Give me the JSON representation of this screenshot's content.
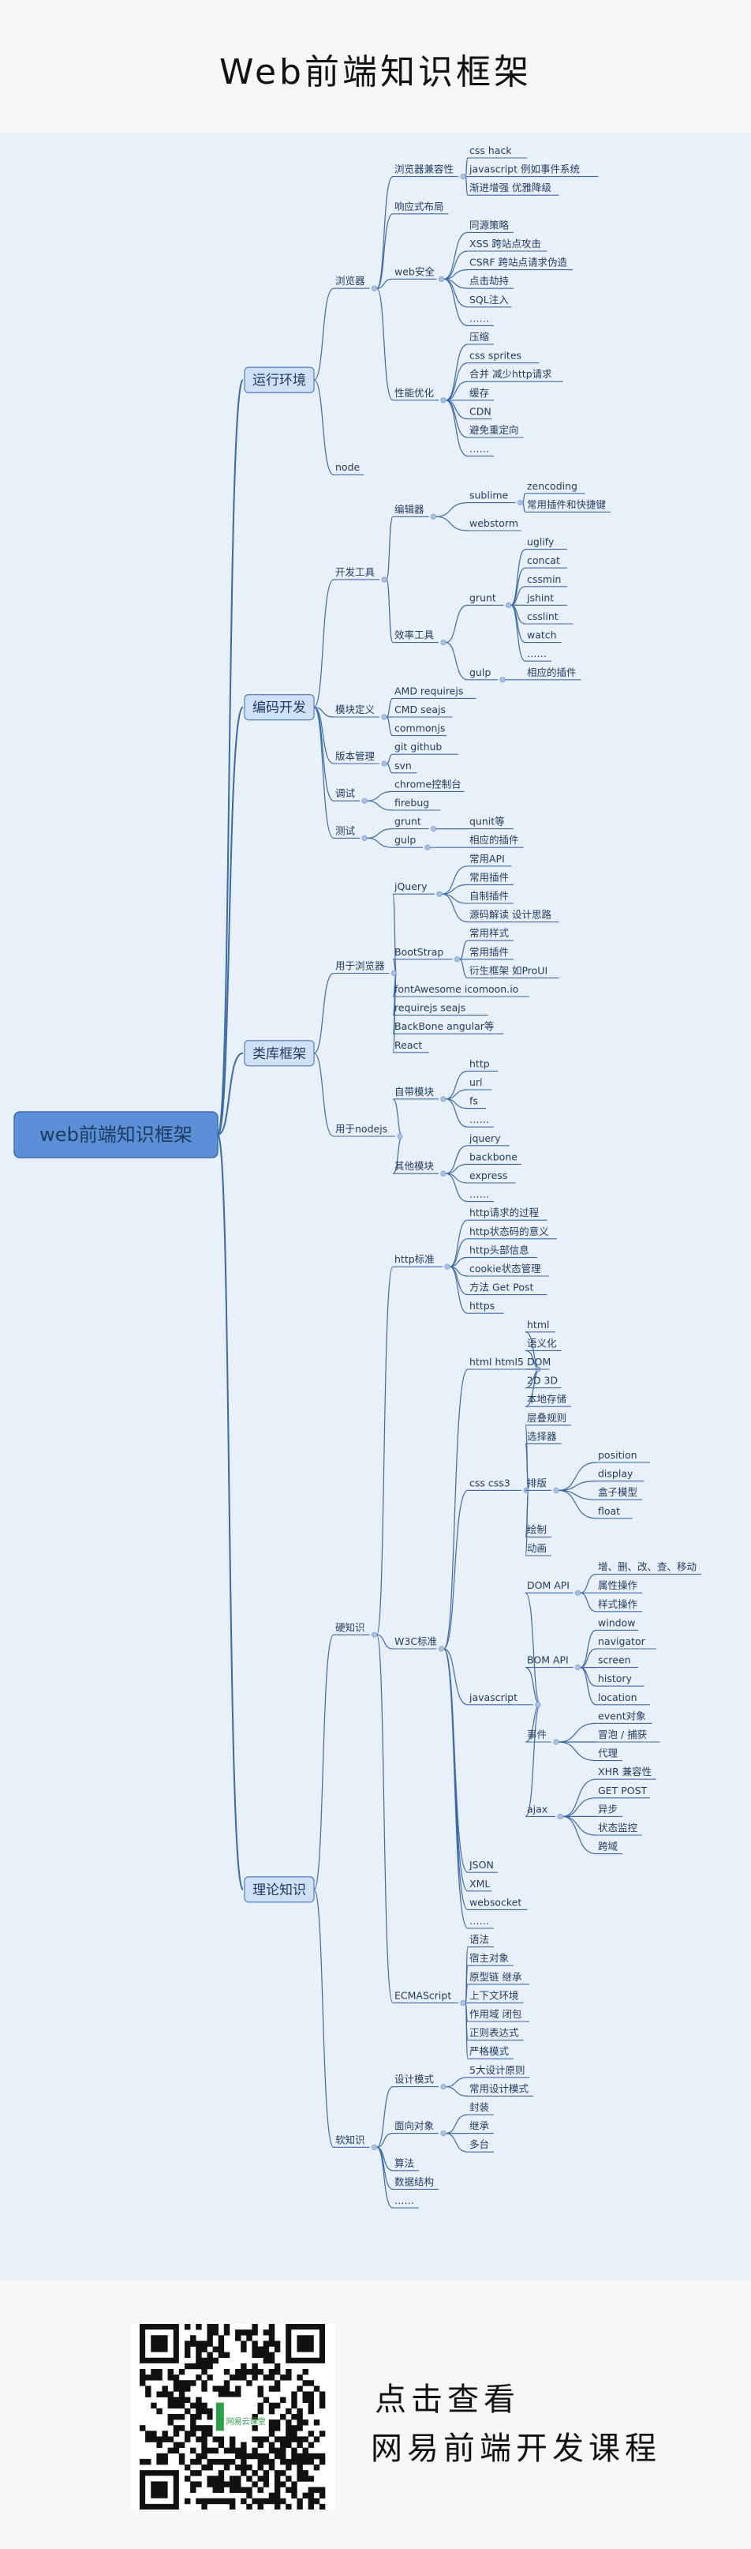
{
  "page": {
    "title": "Web前端知识框架"
  },
  "footer": {
    "line1": "点击查看",
    "line2": "网易前端开发课程",
    "logo_text": "网易云课堂"
  },
  "colors": {
    "branch": "#3a6aa8",
    "root_fill": "#5b8fd6",
    "l1_fill": "#cfe0f7",
    "text": "#1e3a5f",
    "bullet": "#a9c2e3"
  },
  "tree": {
    "label": "web前端知识框架",
    "children": [
      {
        "label": "运行环境",
        "children": [
          {
            "label": "浏览器",
            "children": [
              {
                "label": "浏览器兼容性",
                "children": [
                  {
                    "label": "css  hack"
                  },
                  {
                    "label": "javascript 例如事件系统"
                  },
                  {
                    "label": "渐进增强 优雅降级"
                  }
                ]
              },
              {
                "label": "响应式布局"
              },
              {
                "label": "web安全",
                "children": [
                  {
                    "label": "同源策略"
                  },
                  {
                    "label": "XSS 跨站点攻击"
                  },
                  {
                    "label": "CSRF 跨站点请求伪造"
                  },
                  {
                    "label": "点击劫持"
                  },
                  {
                    "label": "SQL注入"
                  },
                  {
                    "label": "……"
                  }
                ]
              },
              {
                "label": "性能优化",
                "children": [
                  {
                    "label": "压缩"
                  },
                  {
                    "label": "css sprites"
                  },
                  {
                    "label": "合并 减少http请求"
                  },
                  {
                    "label": "缓存"
                  },
                  {
                    "label": "CDN"
                  },
                  {
                    "label": "避免重定向"
                  },
                  {
                    "label": "……"
                  }
                ]
              }
            ]
          },
          {
            "label": "node"
          }
        ]
      },
      {
        "label": "编码开发",
        "children": [
          {
            "label": "开发工具",
            "children": [
              {
                "label": "编辑器",
                "children": [
                  {
                    "label": "sublime",
                    "children": [
                      {
                        "label": "zencoding"
                      },
                      {
                        "label": "常用插件和快捷键"
                      }
                    ]
                  },
                  {
                    "label": "webstorm"
                  }
                ]
              },
              {
                "label": "效率工具",
                "children": [
                  {
                    "label": "grunt",
                    "children": [
                      {
                        "label": "uglify"
                      },
                      {
                        "label": "concat"
                      },
                      {
                        "label": "cssmin"
                      },
                      {
                        "label": "jshint"
                      },
                      {
                        "label": "csslint"
                      },
                      {
                        "label": "watch"
                      },
                      {
                        "label": "……"
                      }
                    ]
                  },
                  {
                    "label": "gulp",
                    "children": [
                      {
                        "label": "相应的插件"
                      }
                    ]
                  }
                ]
              }
            ]
          },
          {
            "label": "模块定义",
            "children": [
              {
                "label": "AMD requirejs"
              },
              {
                "label": "CMD seajs"
              },
              {
                "label": "commonjs"
              }
            ]
          },
          {
            "label": "版本管理",
            "children": [
              {
                "label": "git github"
              },
              {
                "label": "svn"
              }
            ]
          },
          {
            "label": "调试",
            "children": [
              {
                "label": "chrome控制台"
              },
              {
                "label": "firebug"
              }
            ]
          },
          {
            "label": "测试",
            "children": [
              {
                "label": "grunt",
                "children": [
                  {
                    "label": "qunit等"
                  }
                ]
              },
              {
                "label": "gulp",
                "children": [
                  {
                    "label": "相应的插件"
                  }
                ]
              }
            ]
          }
        ]
      },
      {
        "label": "类库框架",
        "children": [
          {
            "label": "用于浏览器",
            "children": [
              {
                "label": "jQuery",
                "children": [
                  {
                    "label": "常用API"
                  },
                  {
                    "label": "常用插件"
                  },
                  {
                    "label": "自制插件"
                  },
                  {
                    "label": "源码解读 设计思路"
                  }
                ]
              },
              {
                "label": "BootStrap",
                "children": [
                  {
                    "label": "常用样式"
                  },
                  {
                    "label": "常用插件"
                  },
                  {
                    "label": "衍生框架 如ProUI"
                  }
                ]
              },
              {
                "label": "fontAwesome icomoon.io"
              },
              {
                "label": "requirejs seajs"
              },
              {
                "label": "BackBone angular等"
              },
              {
                "label": "React"
              }
            ]
          },
          {
            "label": "用于nodejs",
            "children": [
              {
                "label": "自带模块",
                "children": [
                  {
                    "label": "http"
                  },
                  {
                    "label": "url"
                  },
                  {
                    "label": "fs"
                  },
                  {
                    "label": "……"
                  }
                ]
              },
              {
                "label": "其他模块",
                "children": [
                  {
                    "label": "jquery"
                  },
                  {
                    "label": "backbone"
                  },
                  {
                    "label": "express"
                  },
                  {
                    "label": "……"
                  }
                ]
              }
            ]
          }
        ]
      },
      {
        "label": "理论知识",
        "children": [
          {
            "label": "硬知识",
            "children": [
              {
                "label": "http标准",
                "children": [
                  {
                    "label": "http请求的过程"
                  },
                  {
                    "label": "http状态码的意义"
                  },
                  {
                    "label": "http头部信息"
                  },
                  {
                    "label": "cookie状态管理"
                  },
                  {
                    "label": "方法 Get Post"
                  },
                  {
                    "label": "https"
                  }
                ]
              },
              {
                "label": "W3C标准",
                "children": [
                  {
                    "label": "html html5",
                    "children": [
                      {
                        "label": "html"
                      },
                      {
                        "label": "语义化"
                      },
                      {
                        "label": "DOM"
                      },
                      {
                        "label": "2D 3D"
                      },
                      {
                        "label": "本地存储"
                      }
                    ]
                  },
                  {
                    "label": "css css3",
                    "children": [
                      {
                        "label": "层叠规则"
                      },
                      {
                        "label": "选择器"
                      },
                      {
                        "label": "排版",
                        "children": [
                          {
                            "label": "position"
                          },
                          {
                            "label": "display"
                          },
                          {
                            "label": "盒子模型"
                          },
                          {
                            "label": "float"
                          }
                        ]
                      },
                      {
                        "label": "绘制"
                      },
                      {
                        "label": "动画"
                      }
                    ]
                  },
                  {
                    "label": "javascript",
                    "children": [
                      {
                        "label": "DOM API",
                        "children": [
                          {
                            "label": "增、删、改、查、移动"
                          },
                          {
                            "label": "属性操作"
                          },
                          {
                            "label": "样式操作"
                          }
                        ]
                      },
                      {
                        "label": "BOM API",
                        "children": [
                          {
                            "label": "window"
                          },
                          {
                            "label": "navigator"
                          },
                          {
                            "label": "screen"
                          },
                          {
                            "label": "history"
                          },
                          {
                            "label": "location"
                          }
                        ]
                      },
                      {
                        "label": "事件",
                        "children": [
                          {
                            "label": "event对象"
                          },
                          {
                            "label": "冒泡 / 捕获"
                          },
                          {
                            "label": "代理"
                          }
                        ]
                      },
                      {
                        "label": "ajax",
                        "children": [
                          {
                            "label": "XHR 兼容性"
                          },
                          {
                            "label": "GET POST"
                          },
                          {
                            "label": "异步"
                          },
                          {
                            "label": "状态监控"
                          },
                          {
                            "label": "跨域"
                          }
                        ]
                      }
                    ]
                  },
                  {
                    "label": "JSON"
                  },
                  {
                    "label": "XML"
                  },
                  {
                    "label": "websocket"
                  },
                  {
                    "label": "……"
                  }
                ]
              },
              {
                "label": "ECMAScript",
                "children": [
                  {
                    "label": "语法"
                  },
                  {
                    "label": "宿主对象"
                  },
                  {
                    "label": "原型链 继承"
                  },
                  {
                    "label": "上下文环境"
                  },
                  {
                    "label": "作用域 闭包"
                  },
                  {
                    "label": "正则表达式"
                  },
                  {
                    "label": "严格模式"
                  }
                ]
              }
            ]
          },
          {
            "label": "软知识",
            "children": [
              {
                "label": "设计模式",
                "children": [
                  {
                    "label": "5大设计原则"
                  },
                  {
                    "label": "常用设计模式"
                  }
                ]
              },
              {
                "label": "面向对象",
                "children": [
                  {
                    "label": "封装"
                  },
                  {
                    "label": "继承"
                  },
                  {
                    "label": "多台"
                  }
                ]
              },
              {
                "label": "算法"
              },
              {
                "label": "数据结构"
              },
              {
                "label": "……"
              }
            ]
          }
        ]
      }
    ]
  }
}
